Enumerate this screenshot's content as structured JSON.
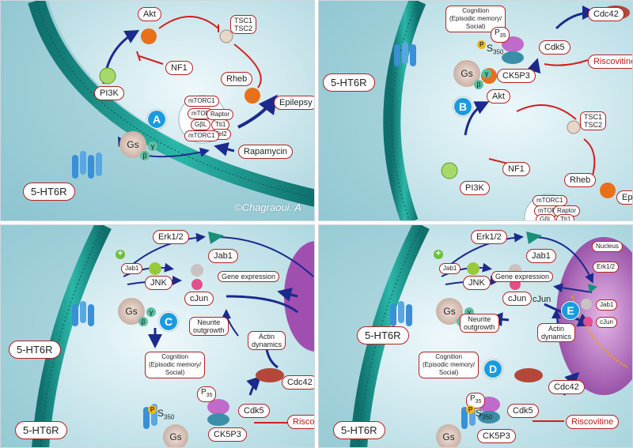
{
  "colors": {
    "membrane": "#1a8f8a",
    "accent": "#1a9be0",
    "arrow": "#1b2a8c",
    "inhibit": "#d21f1f",
    "label_border": "#b22222"
  },
  "panelA": {
    "badge": "A",
    "receptor": "5-HT6R",
    "akt": "Akt",
    "tsc": "TSC1\nTSC2",
    "nf1": "NF1",
    "rheb": "Rheb",
    "pi3k": "PI3K",
    "epilepsy": "Epilepsy",
    "rapamycin": "Rapamycin",
    "gs": "Gs",
    "gamma": "γ",
    "beta": "β",
    "mtorc1": "mTORC1",
    "mtorc1b": "mTORC1",
    "mtor": "mTOR",
    "raptor": "Raptor",
    "gbl": "GβL",
    "tel": "Tel2",
    "tti": "Tti1",
    "copyright": "©Chagraoui. A"
  },
  "panelB": {
    "badge": "B",
    "receptor": "5-HT6R",
    "cognition": "Cognition\n(Episodic memory/\nSocial)",
    "cdc42": "Cdc42",
    "p": "P",
    "s350": "S",
    "s350sub": "350",
    "p35": "P",
    "p35sub": "35",
    "cdk5": "Cdk5",
    "riscovitine": "Riscovitine",
    "ck5p3": "CK5P3",
    "gs": "Gs",
    "gamma": "γ",
    "beta": "β",
    "akt": "Akt",
    "tsc": "TSC1\nTSC2",
    "nf1": "NF1",
    "rheb": "Rheb",
    "pi3k": "PI3K",
    "ep": "Ep",
    "mtorc1": "mTORC1",
    "mtor": "mTOR",
    "raptor": "Raptor",
    "gbl": "GβL",
    "tti": "Tti1"
  },
  "panelC": {
    "badge": "C",
    "receptor": "5-HT6R",
    "receptor2": "5-HT6R",
    "erk": "Erk1/2",
    "jab1": "Jab1",
    "jab1_small": "Jab1",
    "jnk": "JNK",
    "gene": "Gene expression",
    "cjun": "cJun",
    "gs": "Gs",
    "gamma": "γ",
    "beta": "β",
    "plus": "+",
    "neurite": "Neurite\noutgrowth",
    "actin": "Actin\ndynamics",
    "cognition": "Cognition\n(Episodic memory/\nSocial)",
    "cdc42": "Cdc42",
    "p35": "P",
    "p35sub": "35",
    "cdk5": "Cdk5",
    "risco": "Risco",
    "ck5p3": "CK5P3",
    "gs2": "Gs",
    "p": "P",
    "s350": "S",
    "s350sub": "350"
  },
  "panelD": {
    "badgeE": "E",
    "badgeD": "D",
    "receptor": "5-HT6R",
    "receptor2": "5-HT6R",
    "erk": "Erk1/2",
    "jab1": "Jab1",
    "jab1_small": "Jab1",
    "jnk": "JNK",
    "gene": "Gene expression",
    "cjun": "cJun",
    "cjun2": "cJun",
    "gs": "Gs",
    "gamma": "γ",
    "beta": "β",
    "plus": "+",
    "nucleus": "Nucleus",
    "erk_nuc": "Erk1/2",
    "jab1_nuc": "Jab1",
    "cjun_nuc": "cJun",
    "neurite": "Neurite\noutgrowth",
    "actin": "Actin\ndynamics",
    "cognition": "Cognition\n(Episodic memory/\nSocial)",
    "cdc42": "Cdc42",
    "p35": "P",
    "p35sub": "35",
    "cdk5": "Cdk5",
    "riscovitine": "Riscovitine",
    "ck5p3": "CK5P3",
    "gs2": "Gs",
    "p": "P",
    "s350": "S",
    "s350sub": "350"
  }
}
